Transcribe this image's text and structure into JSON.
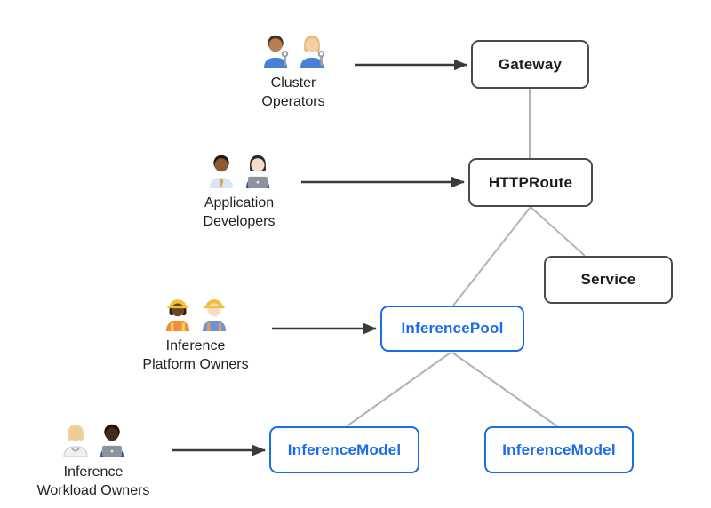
{
  "colors": {
    "background": "#ffffff",
    "node_border": "#4a4a4a",
    "node_text": "#1d1d1f",
    "blue_accent": "#1a6ce8",
    "connector_gray": "#b3b3b3",
    "arrow_dark": "#3a3a3a",
    "label_text": "#1f1f1f"
  },
  "nodes": [
    {
      "id": "gateway",
      "label": "Gateway",
      "style": "dark"
    },
    {
      "id": "httproute",
      "label": "HTTPRoute",
      "style": "dark"
    },
    {
      "id": "service",
      "label": "Service",
      "style": "dark"
    },
    {
      "id": "inferencepool",
      "label": "InferencePool",
      "style": "blue"
    },
    {
      "id": "inferencemodel-1",
      "label": "InferenceModel",
      "style": "blue"
    },
    {
      "id": "inferencemodel-2",
      "label": "InferenceModel",
      "style": "blue"
    }
  ],
  "actors": [
    {
      "id": "cluster-operators",
      "lines": [
        "Cluster",
        "Operators"
      ],
      "icons": [
        "man-mechanic-emoji",
        "woman-mechanic-emoji"
      ],
      "figures": [
        {
          "skin": "#b97e50",
          "hair": "#4a2f1d",
          "hairstyle": "short",
          "torso": "#4a7fd6",
          "overlay": "wrench"
        },
        {
          "skin": "#f3cfa4",
          "hair": "#e3bf7a",
          "hairstyle": "long",
          "torso": "#4a7fd6",
          "overlay": "wrench"
        }
      ]
    },
    {
      "id": "application-developers",
      "lines": [
        "Application",
        "Developers"
      ],
      "icons": [
        "man-office-worker-emoji",
        "woman-technologist-emoji"
      ],
      "figures": [
        {
          "skin": "#8a5a33",
          "hair": "#241712",
          "hairstyle": "short",
          "torso": "#d7e6f7",
          "overlay": "tie",
          "accent": "#e8a33d"
        },
        {
          "skin": "#f6dcc4",
          "hair": "#2a2b31",
          "hairstyle": "long",
          "torso": "#2f50b5",
          "overlay": "laptop",
          "accent": "#8d939c"
        }
      ]
    },
    {
      "id": "platform-owners",
      "lines": [
        "Inference",
        "Platform Owners"
      ],
      "icons": [
        "woman-construction-worker-emoji",
        "man-construction-worker-emoji"
      ],
      "figures": [
        {
          "skin": "#6f4328",
          "hair": "#2a1a12",
          "hairstyle": "long",
          "hat": "helmet",
          "hatColor": "#f2c037",
          "torso": "#ee8f3e",
          "overlay": "vest",
          "accent": "#ffd34d"
        },
        {
          "skin": "#f6dcc4",
          "hair": "#caa36a",
          "hairstyle": "short",
          "hat": "helmet",
          "hatColor": "#f2c037",
          "torso": "#6f93d8",
          "overlay": "vest",
          "accent": "#f59a3e"
        }
      ]
    },
    {
      "id": "workload-owners",
      "lines": [
        "Inference",
        "Workload Owners"
      ],
      "icons": [
        "health-worker-emoji",
        "man-technologist-emoji"
      ],
      "figures": [
        {
          "skin": "#f0cb96",
          "hair": "#e9d79b",
          "hairstyle": "long",
          "torso": "#eef0f2",
          "torsoStroke": "#c5cad0",
          "overlay": "coat"
        },
        {
          "skin": "#43291c",
          "hair": "#140d09",
          "hairstyle": "short",
          "torso": "#2f50b5",
          "overlay": "laptop",
          "accent": "#8d939c"
        }
      ]
    }
  ],
  "edges": [
    {
      "from": "gateway",
      "to": "httproute"
    },
    {
      "from": "httproute",
      "to": "service"
    },
    {
      "from": "httproute",
      "to": "inferencepool"
    },
    {
      "from": "inferencepool",
      "to": "inferencemodel-1"
    },
    {
      "from": "inferencepool",
      "to": "inferencemodel-2"
    }
  ],
  "arrows": [
    {
      "from": "cluster-operators",
      "to": "gateway"
    },
    {
      "from": "application-developers",
      "to": "httproute"
    },
    {
      "from": "platform-owners",
      "to": "inferencepool"
    },
    {
      "from": "workload-owners",
      "to": "inferencemodel-1"
    }
  ]
}
